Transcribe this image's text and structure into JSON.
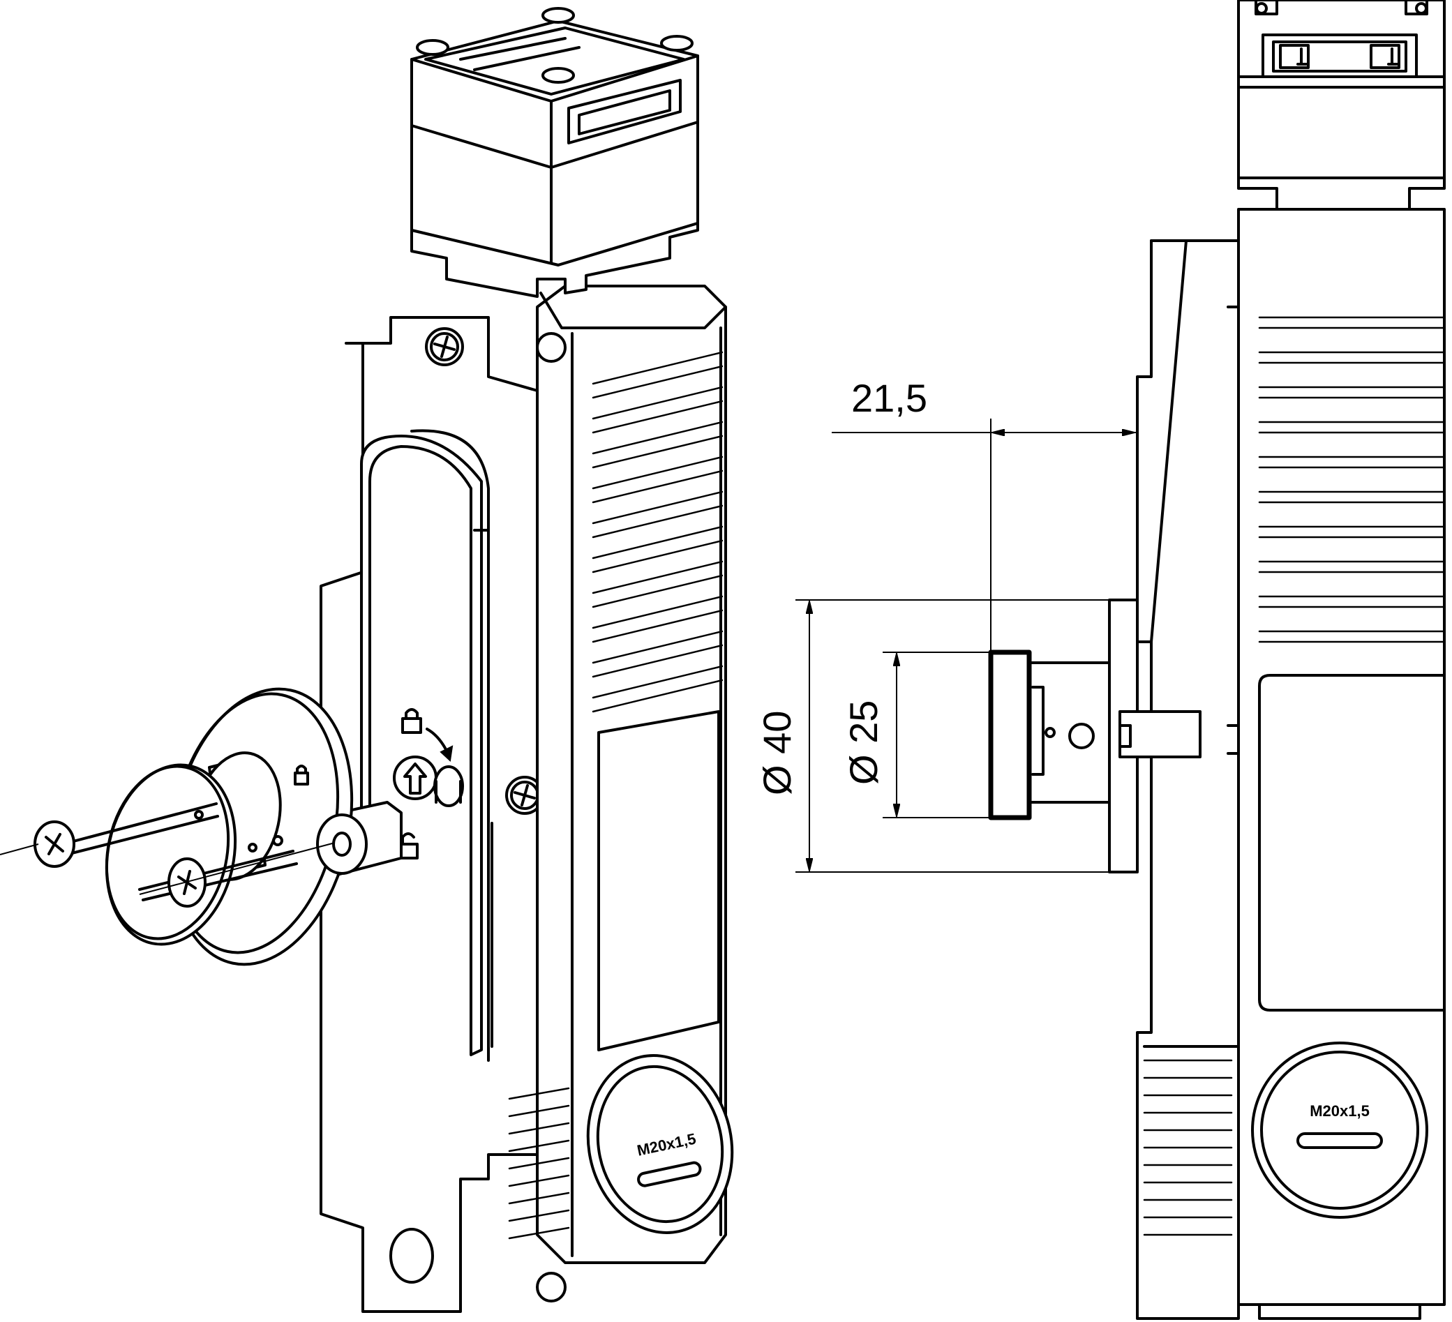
{
  "dimensions": {
    "offset": "21,5",
    "outer_diameter": "Ø 40",
    "inner_diameter": "Ø 25"
  },
  "thread_labels": {
    "perspective_view": "M20x1,5",
    "side_view": "M20x1,5"
  },
  "icons": [
    "padlock-closed-icon",
    "padlock-open-icon",
    "rotate-arrow-icon",
    "up-arrow-icon",
    "screw-head-icon"
  ]
}
